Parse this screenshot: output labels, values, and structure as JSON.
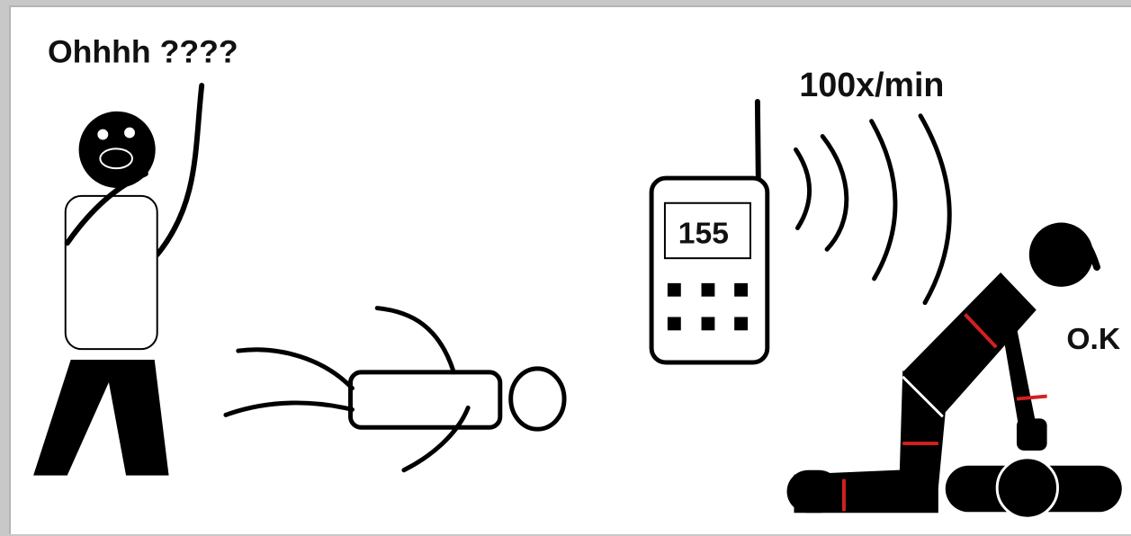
{
  "labels": {
    "exclamation": "Ohhhh ????",
    "rate": "100x/min",
    "phone_number": "155",
    "ok": "O.K"
  },
  "colors": {
    "ink": "#000000",
    "marker": "#d42020",
    "background": "#ffffff",
    "frame": "#c8c8c8"
  },
  "icons": {
    "phone": "mobile-phone-icon",
    "signal": "signal-waves-icon"
  }
}
